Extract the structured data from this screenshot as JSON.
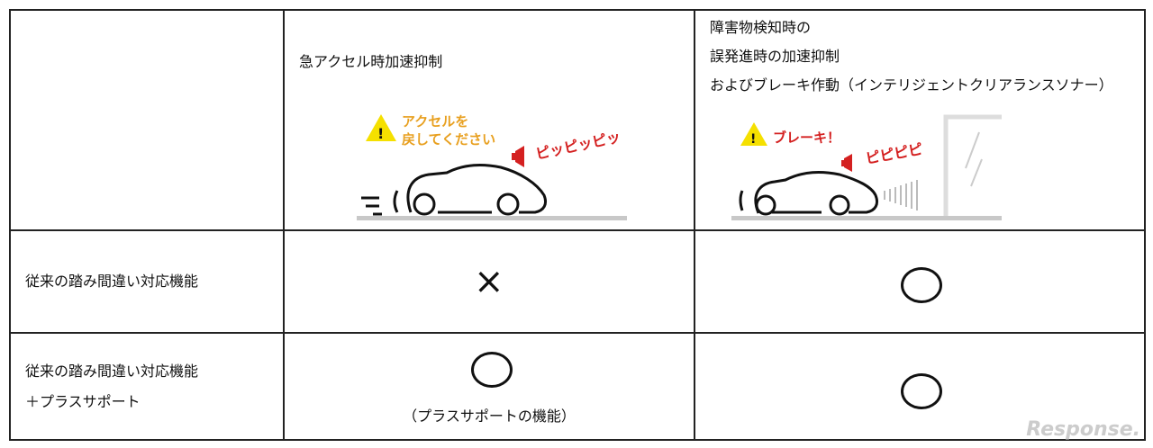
{
  "table": {
    "headers": [
      "",
      [
        "急アクセル時加速抑制"
      ],
      [
        "障害物検知時の",
        "誤発進時の加速抑制",
        "およびブレーキ作動（インテリジェントクリアランスソナー）"
      ]
    ],
    "illustration1": {
      "warning_line1": "アクセルを",
      "warning_line2": "戻してください",
      "sound": "ピッピッピッ"
    },
    "illustration2": {
      "warning": "ブレーキ！",
      "sound": "ピピピピ"
    },
    "rows": [
      {
        "label": [
          "従来の踏み間違い対応機能"
        ],
        "col1": "×",
        "col2": "○"
      },
      {
        "label": [
          "従来の踏み間違い対応機能",
          "＋プラスサポート"
        ],
        "col1": "○",
        "col1_caption": "（プラスサポートの機能）",
        "col2": "○"
      }
    ]
  },
  "watermark": "Response.",
  "colors": {
    "warning_orange": "#e8a020",
    "sound_red": "#d42020",
    "warning_yellow": "#f5e000"
  }
}
